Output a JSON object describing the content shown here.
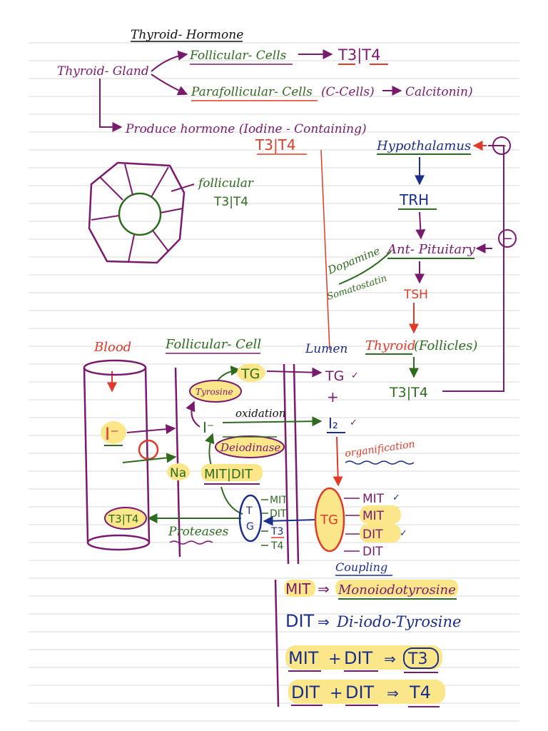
{
  "title": "Thyroid- Hormone",
  "top": {
    "gland": "Thyroid- Gland",
    "follicular_cells": "Follicular- Cells",
    "follicular_product": "T3|T4",
    "parafollicular_cells": "Parafollicular- Cells",
    "c_cells": "(C-Cells)",
    "calcitonin": "Calcitonin)",
    "produce": "Produce hormone (Iodine - Containing)",
    "t3t4_label": "T3|T4"
  },
  "follicle": {
    "label": "follicular",
    "sublabel": "T3|T4"
  },
  "axis": {
    "hypothalamus": "Hypothalamus",
    "trh": "TRH",
    "ant_pituitary": "Ant- Pituitary",
    "dopamine": "Dopamine",
    "somatostatin": "Somatostatin",
    "tsh": "TSH",
    "thyroid": "Thyroid",
    "follicles": "(Follicles)",
    "output": "T3|T4",
    "minus_1": "−",
    "minus_2": "−"
  },
  "synthesis": {
    "blood": "Blood",
    "follicular_cell": "Follicular- Cell",
    "lumen": "Lumen",
    "iodide": "I⁻",
    "na": "Na",
    "tyrosine": "Tyrosine",
    "tg_cell": "TG",
    "tg_lumen": "TG",
    "plus": "+",
    "iodide_cell": "I⁻",
    "oxidation": "oxidation",
    "i2": "I₂",
    "deiodinase": "Deiodinase",
    "mit_dit": "MIT|DIT",
    "organification": "organification",
    "t3t4_blood": "T3|T4",
    "proteases": "Proteases",
    "tg_vesicle_t": "T",
    "tg_vesicle_g": "G",
    "vesicle_items": [
      "MIT",
      "DIT",
      "T3",
      "T4"
    ],
    "tg_big": "TG",
    "lumen_items": [
      "MIT",
      "MIT",
      "DIT",
      "DIT"
    ],
    "coupling": "Coupling",
    "check": "✓"
  },
  "legend": {
    "row1_left": "MIT",
    "row1_right": "Monoiodotyrosine",
    "row2_left": "DIT",
    "row2_right": "Di-iodo-Tyrosine",
    "row3_a": "MIT",
    "row3_b": "DIT",
    "row3_c": "T3",
    "row4_a": "DIT",
    "row4_b": "DIT",
    "row4_c": "T4",
    "plus": "+",
    "implies": "⇒"
  },
  "colors": {
    "purple": "#7a1a6e",
    "green": "#2e6b1f",
    "red": "#e03a2a",
    "blue": "#1b2f8a",
    "highlight": "#fbe78a",
    "rule": "#d9d9d9"
  }
}
